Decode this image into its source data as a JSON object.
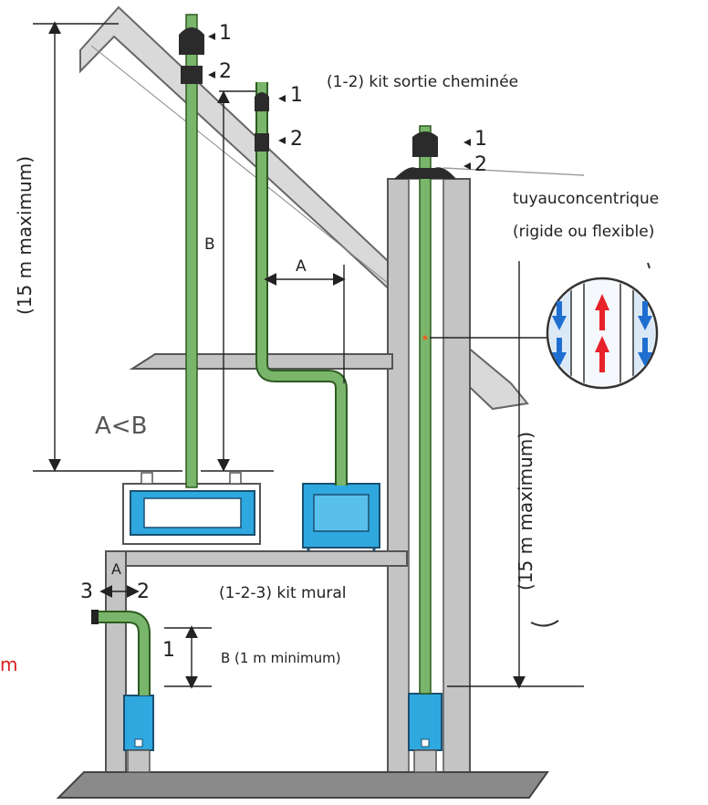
{
  "labels": {
    "kit_sortie": "(1-2) kit sortie cheminée",
    "kit_mural": "(1-2-3) kit mural",
    "tuyau_line1": "tuyauconcentrique",
    "tuyau_line2": "(rigide ou flexible)",
    "max_left": "(15 m maximum)",
    "max_right": "(15 m maximum)",
    "b_min": "B (1 m minimum)",
    "a_lt_b": "A<B",
    "dim_a": "A",
    "dim_b": "B",
    "red_fragment": "m"
  },
  "markers": {
    "one": "1",
    "two": "2",
    "three": "3"
  },
  "colors": {
    "pipe_green": "#79b56a",
    "pipe_dark": "#2e5b22",
    "wall_gray": "#bfbfbf",
    "floor_gray": "#8a8a8a",
    "appliance_blue": "#2fa8df",
    "arrow_red": "#e8222a",
    "arrow_blue": "#1f6fd1",
    "red_text": "#d81f1f"
  }
}
